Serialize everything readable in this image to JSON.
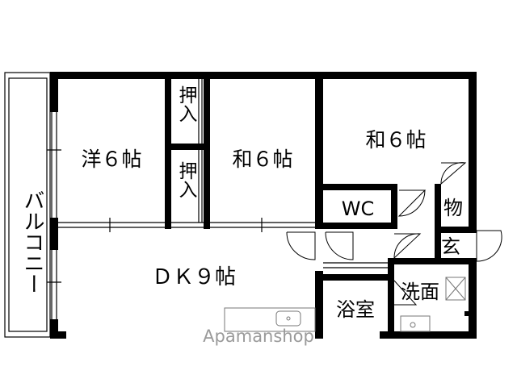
{
  "floor_plan": {
    "rooms": {
      "balcony": "バルコニー",
      "western_room": "洋６帖",
      "oshiire_top": "押入",
      "oshiire_bottom": "押入",
      "japanese_room_center": "和６帖",
      "japanese_room_right": "和６帖",
      "wc": "WC",
      "storage": "物",
      "entrance": "玄",
      "dk": "ＤＫ９帖",
      "bathroom": "浴室",
      "washroom": "洗面"
    },
    "watermark": "Apamanshop",
    "colors": {
      "wall": "#000000",
      "fixture": "#777777",
      "watermark": "#9a9a9a"
    }
  }
}
